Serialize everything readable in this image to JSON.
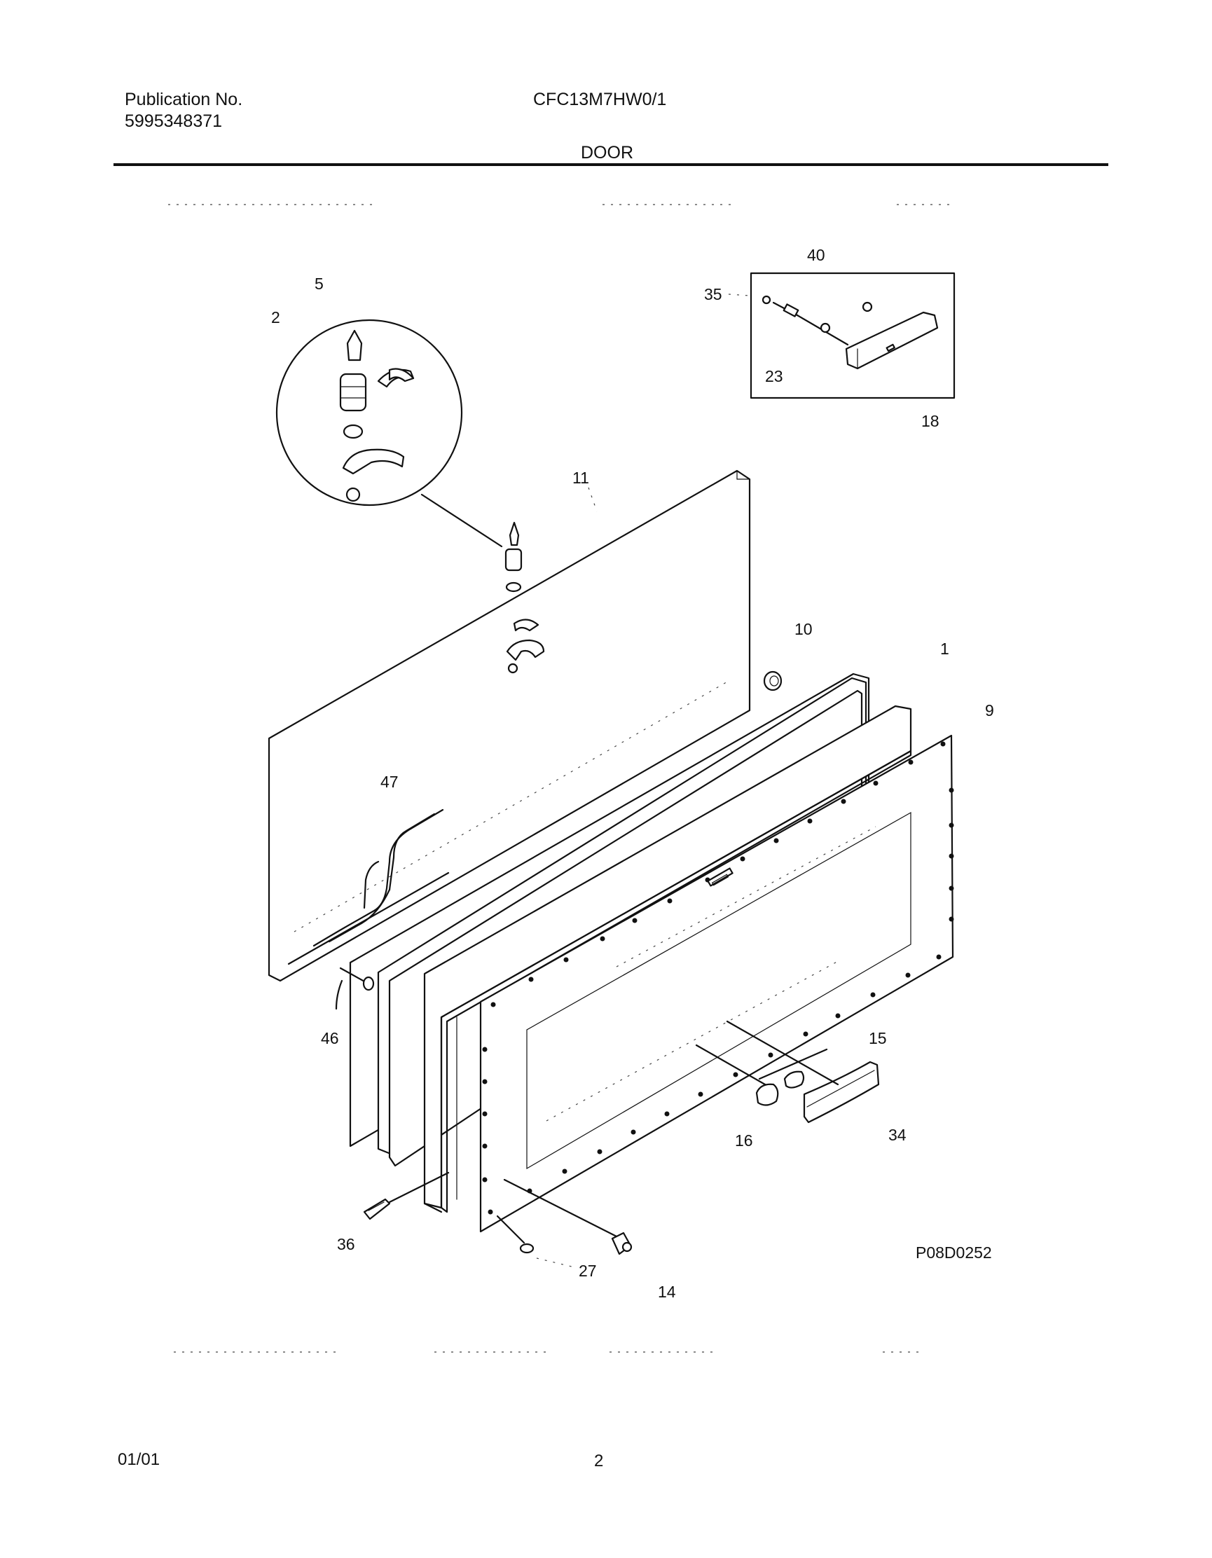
{
  "header": {
    "publication_label": "Publication No.",
    "publication_number": "5995348371",
    "model": "CFC13M7HW0/1",
    "section": "DOOR"
  },
  "diagram": {
    "figure_id": "P08D0252",
    "callouts": {
      "c1": "1",
      "c2": "2",
      "c5": "5",
      "c9": "9",
      "c10": "10",
      "c11": "11",
      "c14": "14",
      "c15": "15",
      "c16": "16",
      "c18": "18",
      "c23": "23",
      "c27": "27",
      "c34": "34",
      "c35": "35",
      "c36": "36",
      "c40": "40",
      "c46": "46",
      "c47": "47"
    }
  },
  "footer": {
    "date": "01/01",
    "page": "2"
  }
}
